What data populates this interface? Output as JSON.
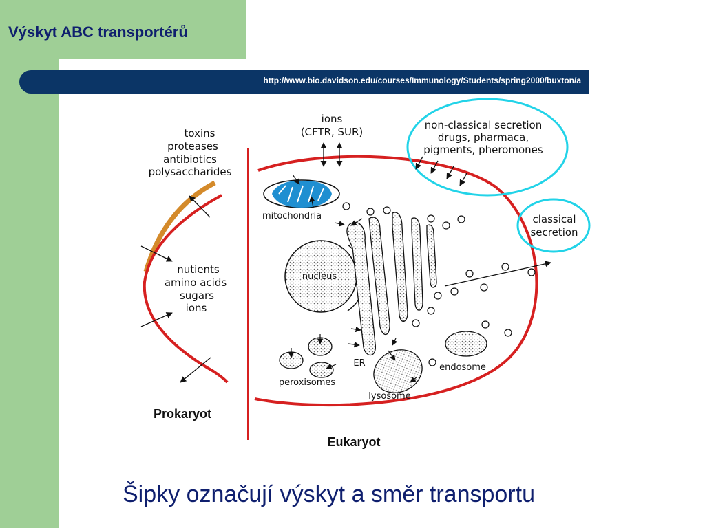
{
  "slide": {
    "title": "Výskyt ABC transportérů",
    "url": "http://www.bio.davidson.edu/courses/Immunology/Students/spring2000/buxton/a",
    "caption": "Šipky označují výskyt a směr transportu"
  },
  "diagram": {
    "prokaryote_export_labels": [
      "toxins",
      "proteases",
      "antibiotics",
      "polysaccharides"
    ],
    "prokaryote_import_labels": [
      "nutients",
      "amino acids",
      "sugars",
      "ions"
    ],
    "ions_label": [
      "ions",
      "(CFTR, SUR)"
    ],
    "nonclassical_label": [
      "non-classical secretion",
      "drugs, pharmaca,",
      "pigments, pheromones"
    ],
    "classical_label": [
      "classical",
      "secretion"
    ],
    "mitochondria": "mitochondria",
    "nucleus": "nucleus",
    "er": "ER",
    "peroxisomes": "peroxisomes",
    "lysosome": "lysosome",
    "endosome": "endosome",
    "prokaryot": "Prokaryot",
    "eukaryot": "Eukaryot"
  },
  "colors": {
    "sidebar": "#9fcf96",
    "title": "#0f1f6e",
    "url_bar": "#0b3566",
    "membrane": "#d62020",
    "cell_wall": "#d48a2a",
    "highlight_circle": "#22d3e8",
    "mitochondria": "#1f8fd1"
  }
}
